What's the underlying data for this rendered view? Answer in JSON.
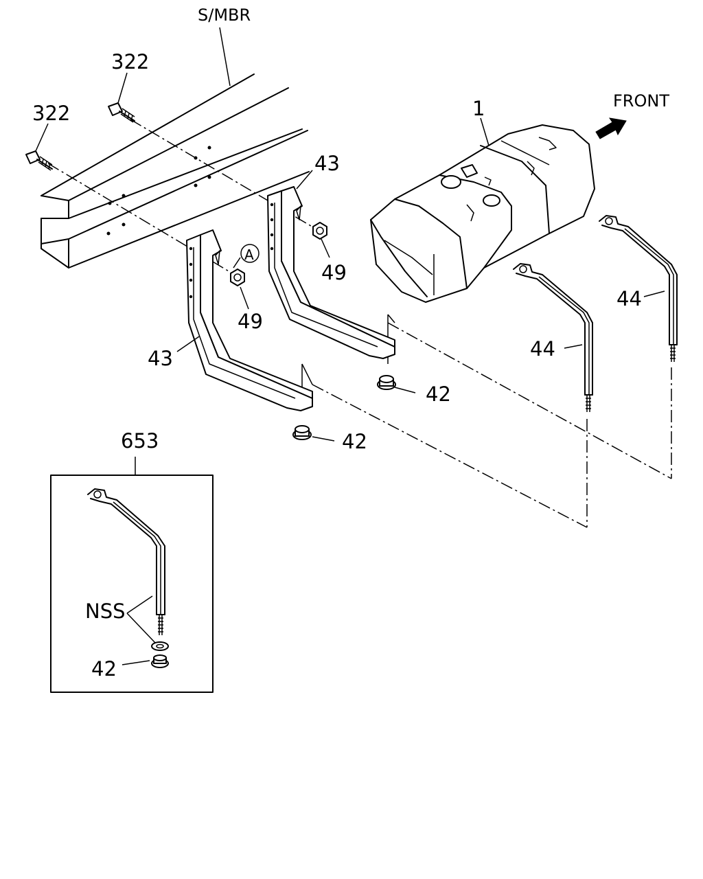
{
  "labels": {
    "side_member": "S/MBR",
    "front": "FRONT",
    "bolt_upper": "322",
    "bolt_lower": "322",
    "tank": "1",
    "bracket_rear": "43",
    "bracket_front": "43",
    "nut_rear": "49",
    "nut_front": "49",
    "circle_ref": "A",
    "nut_bottom_rear": "42",
    "nut_bottom_front": "42",
    "strap_right": "44",
    "strap_mid": "44",
    "kit": "653",
    "kit_nss": "NSS",
    "kit_nut": "42"
  }
}
